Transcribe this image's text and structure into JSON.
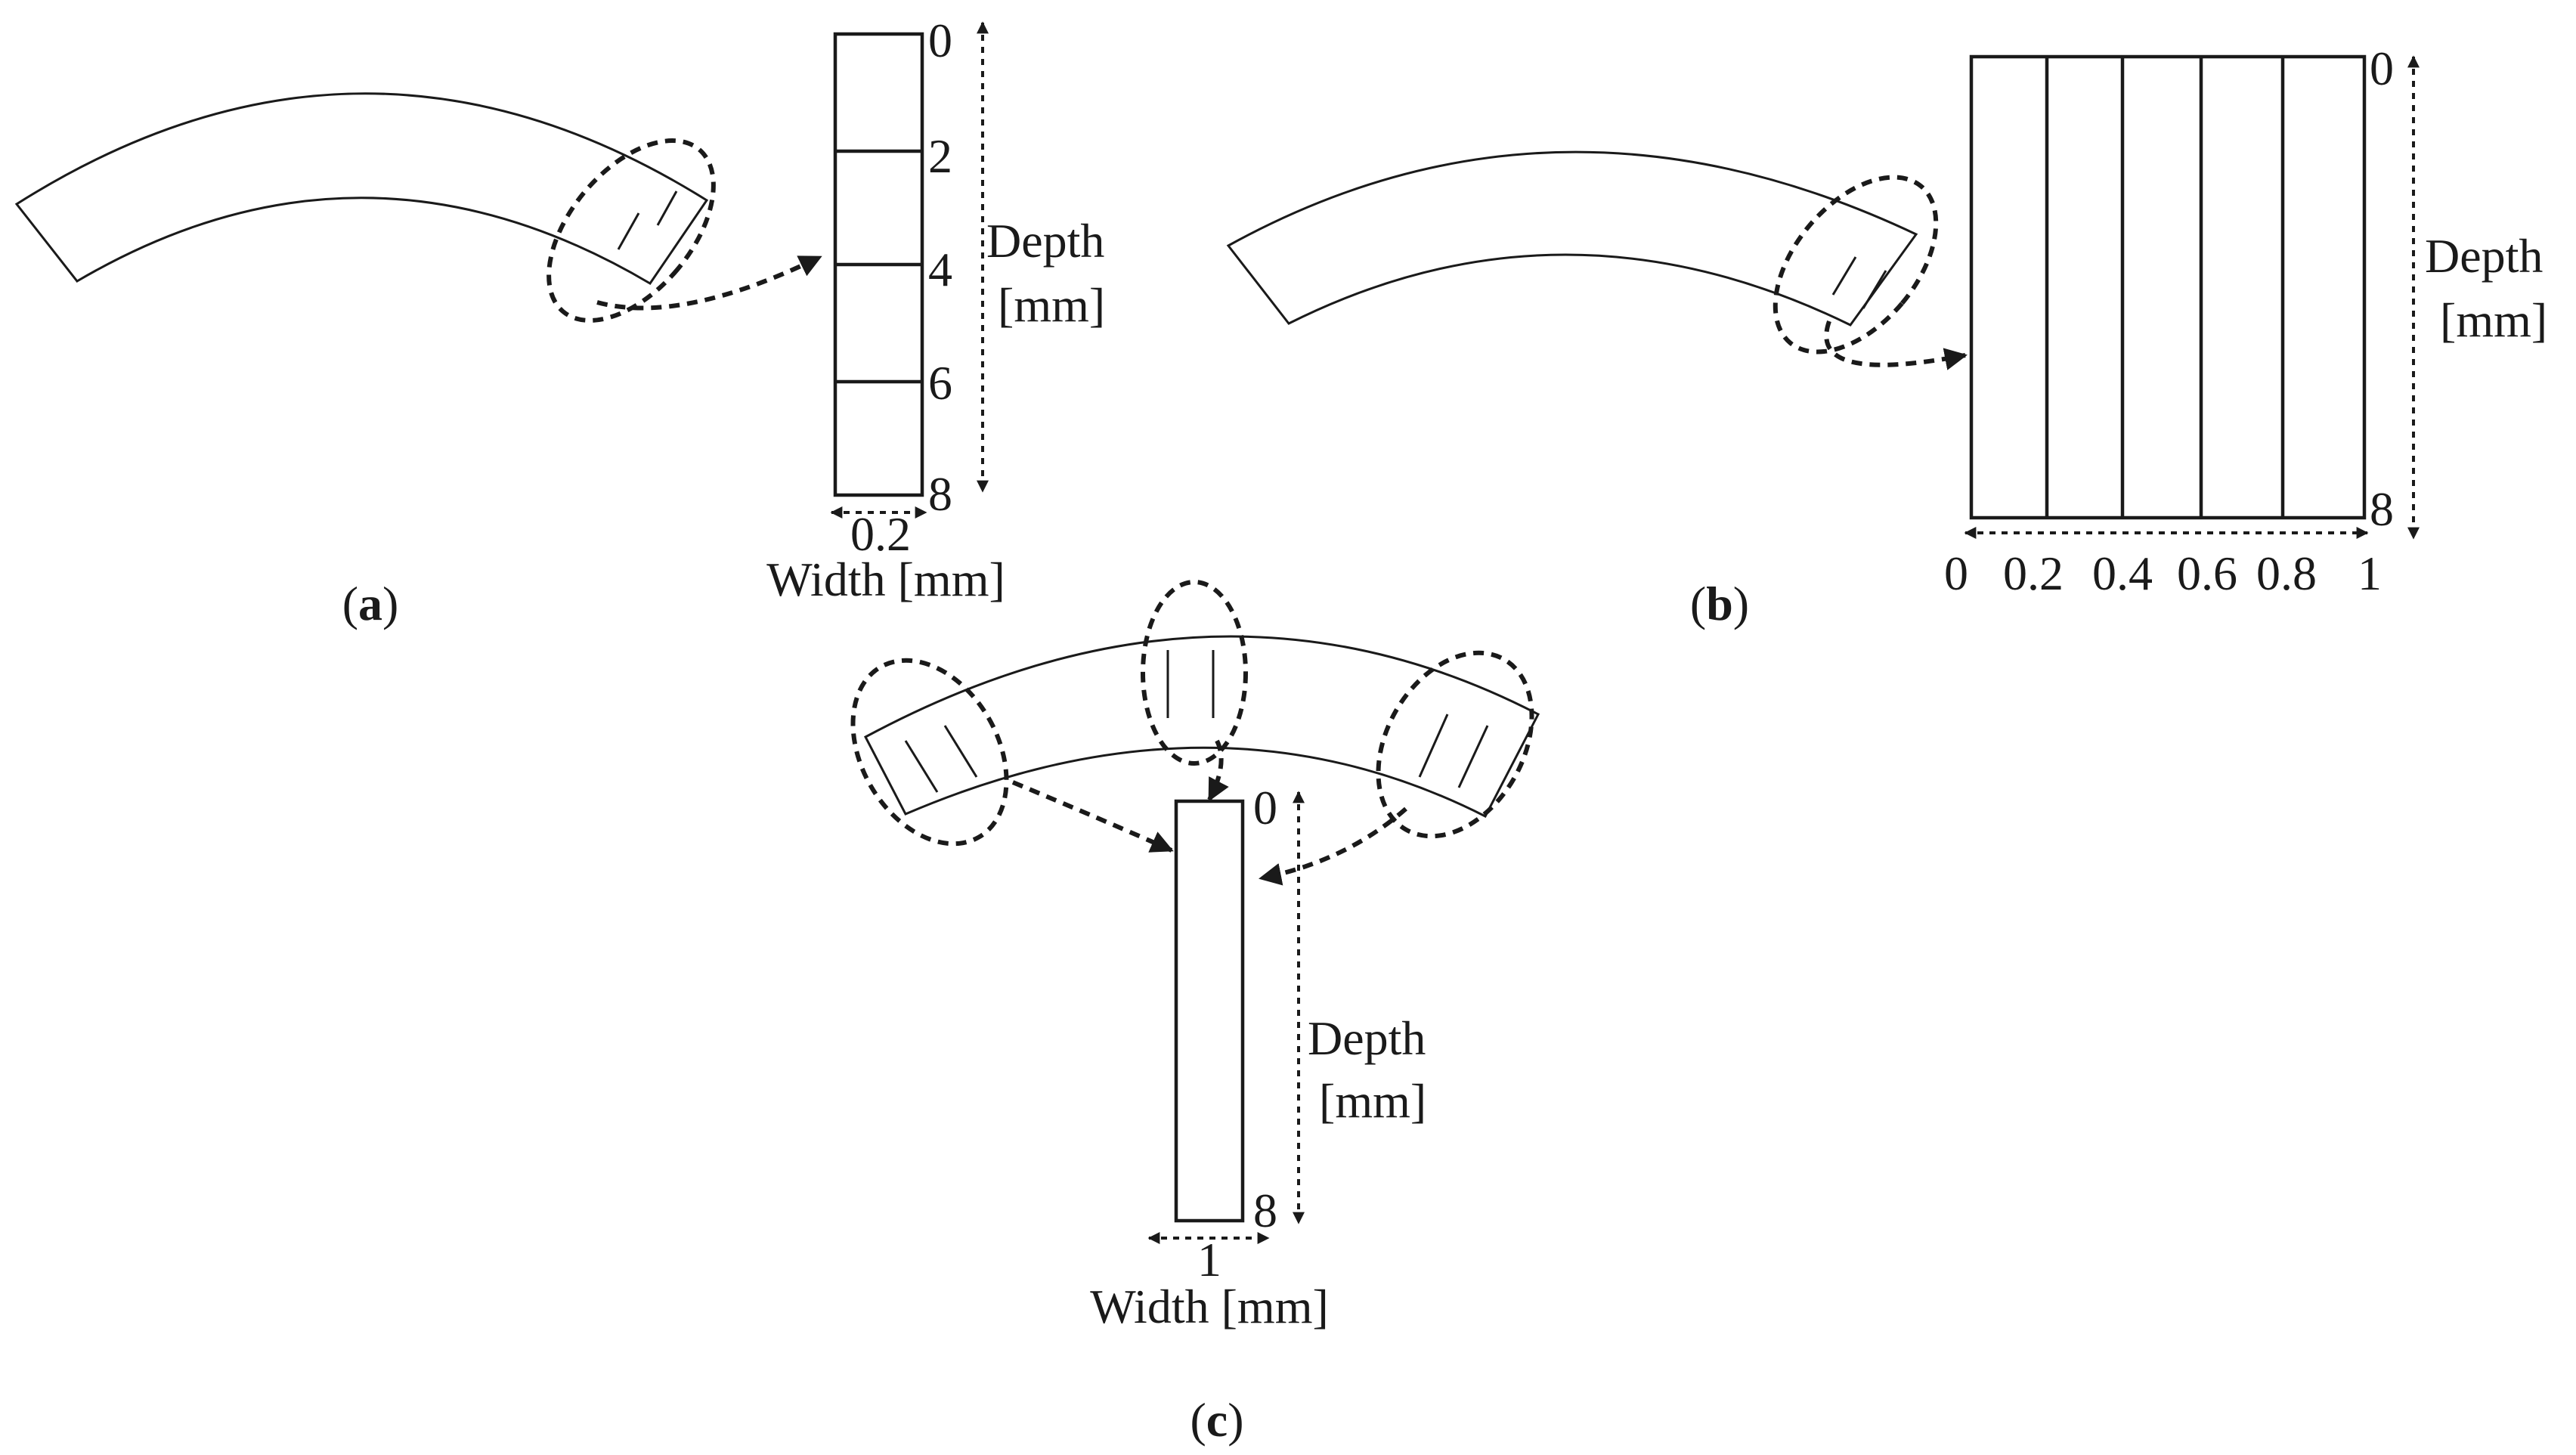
{
  "panel_a": {
    "caption_open": "(",
    "caption_letter": "a",
    "caption_close": ")",
    "depth_ticks": [
      "0",
      "2",
      "4",
      "6",
      "8"
    ],
    "depth_label_line1": "Depth",
    "depth_label_line2": "[mm]",
    "width_value": "0.2",
    "width_label": "Width [mm]"
  },
  "panel_b": {
    "caption_open": "(",
    "caption_letter": "b",
    "caption_close": ")",
    "depth_ticks": [
      "0",
      "8"
    ],
    "depth_label_line1": "Depth",
    "depth_label_line2": "[mm]",
    "width_ticks": [
      "0",
      "0.2",
      "0.4",
      "0.6",
      "0.8",
      "1"
    ]
  },
  "panel_c": {
    "caption_open": "(",
    "caption_letter": "c",
    "caption_close": ")",
    "depth_ticks": [
      "0",
      "8"
    ],
    "depth_label_line1": "Depth",
    "depth_label_line2": "[mm]",
    "width_value": "1",
    "width_label": "Width [mm]"
  }
}
